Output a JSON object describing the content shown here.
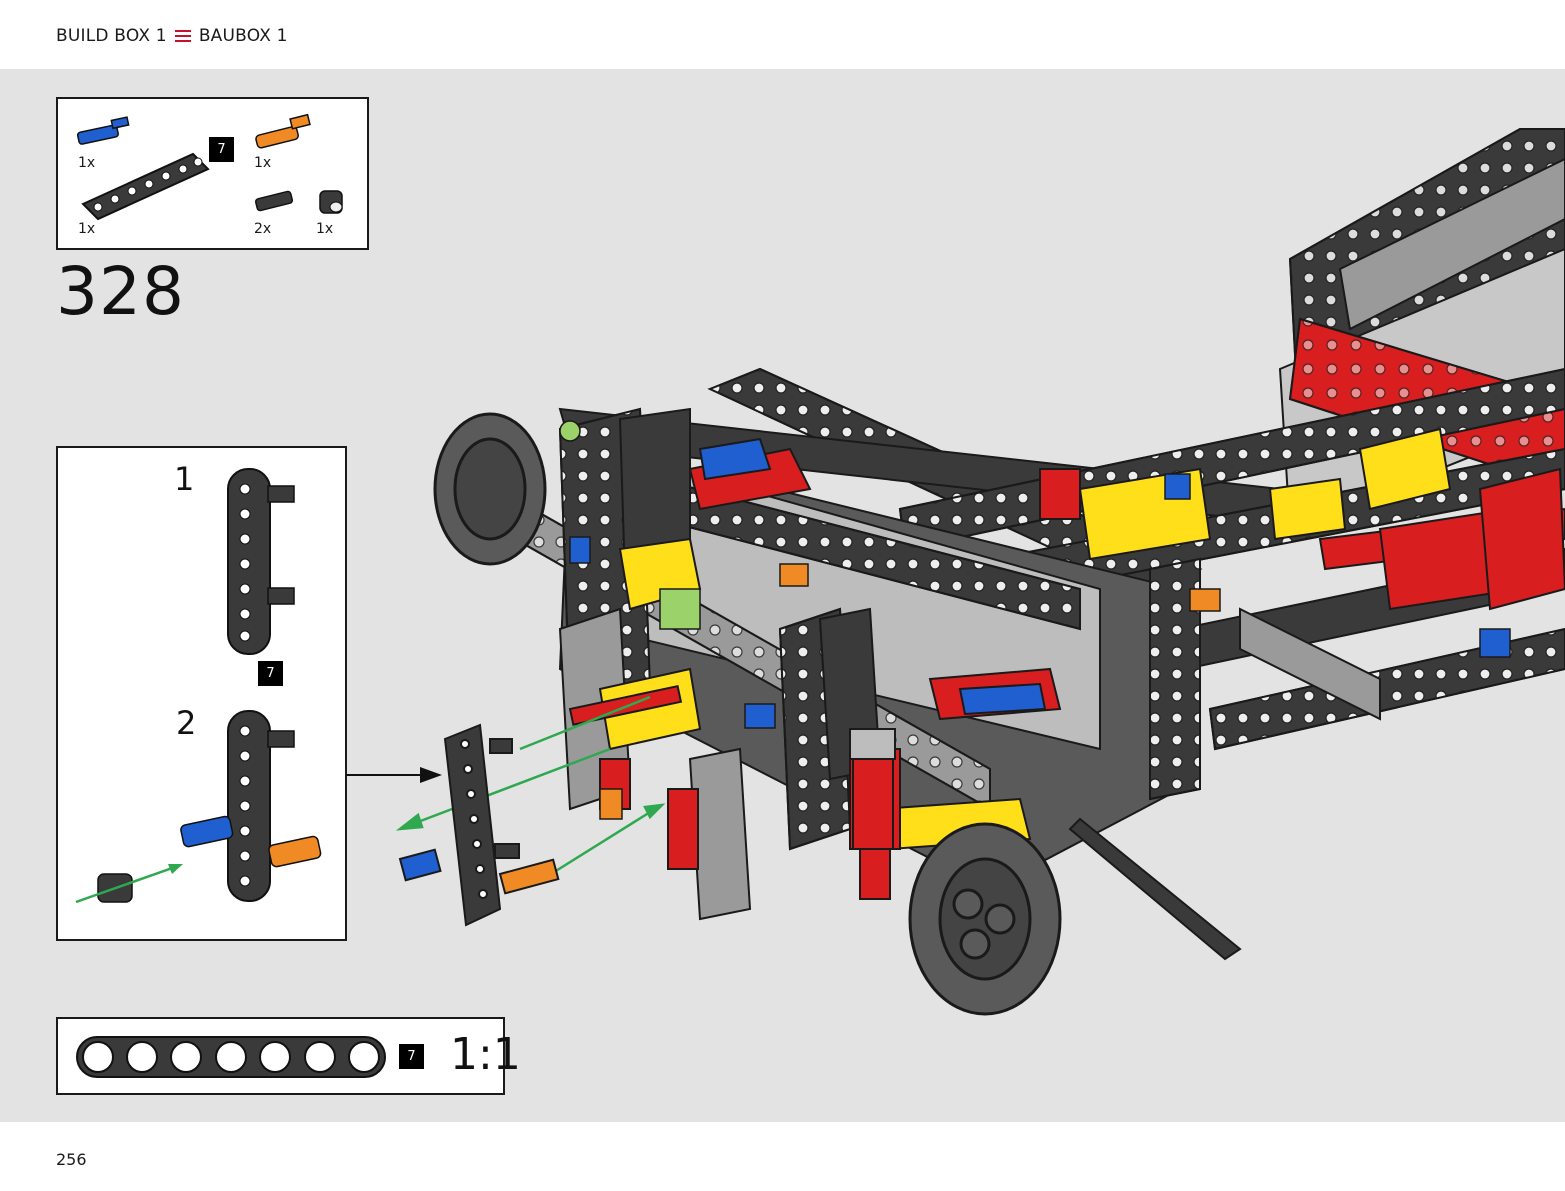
{
  "header": {
    "box_label_en": "BUILD BOX 1",
    "box_label_de": "BAUBOX 1"
  },
  "step": {
    "number": "328"
  },
  "parts_list": [
    {
      "name": "blue-pin",
      "qty": "1x"
    },
    {
      "name": "black-beam-7",
      "qty": "1x",
      "length": "7"
    },
    {
      "name": "orange-pin",
      "qty": "1x"
    },
    {
      "name": "black-pin",
      "qty": "2x"
    },
    {
      "name": "black-bush",
      "qty": "1x"
    }
  ],
  "substeps": [
    {
      "number": "1",
      "badge": "7"
    },
    {
      "number": "2"
    }
  ],
  "scale_gauge": {
    "badge": "7",
    "ratio": "1:1"
  },
  "footer": {
    "page_number": "256"
  },
  "colors": {
    "accent": "#c8102e",
    "background": "#e3e3e3",
    "frame": "#1a1a1a",
    "arrow": "#2fa84f"
  }
}
